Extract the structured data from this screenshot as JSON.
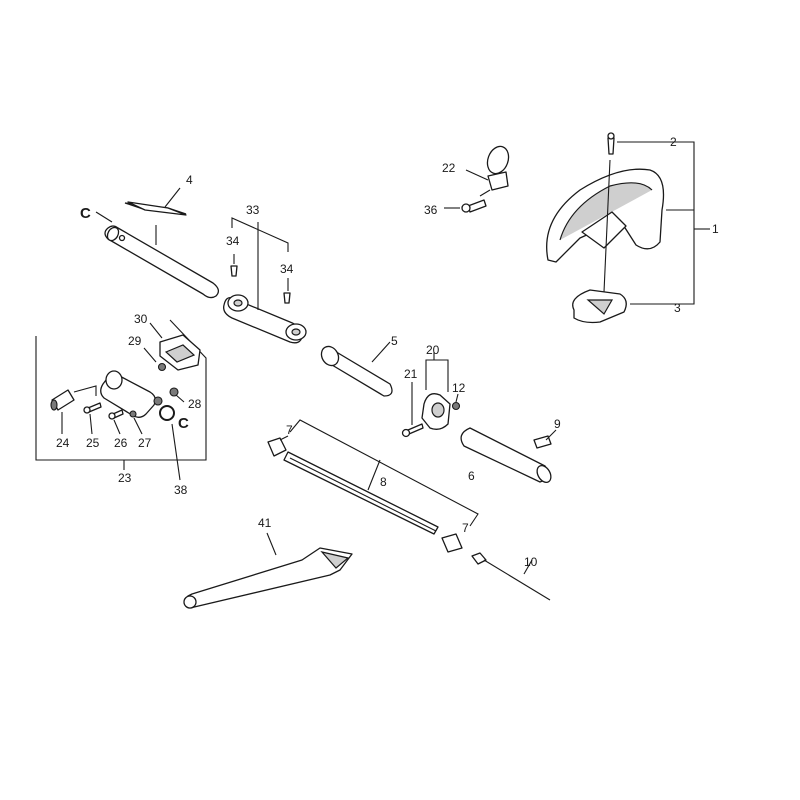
{
  "labels": {
    "l1": "1",
    "l2": "2",
    "l3": "3",
    "l4": "4",
    "l5": "5",
    "l6": "6",
    "l7a": "7",
    "l7b": "7",
    "l8": "8",
    "l9": "9",
    "l10": "10",
    "l12": "12",
    "l20": "20",
    "l21": "21",
    "l22": "22",
    "l23": "23",
    "l24": "24",
    "l25": "25",
    "l26": "26",
    "l27": "27",
    "l28": "28",
    "l29": "29",
    "l30": "30",
    "l33": "33",
    "l34a": "34",
    "l34b": "34",
    "l36": "36",
    "l38": "38",
    "l41": "41",
    "cA": "C",
    "cB": "C"
  }
}
